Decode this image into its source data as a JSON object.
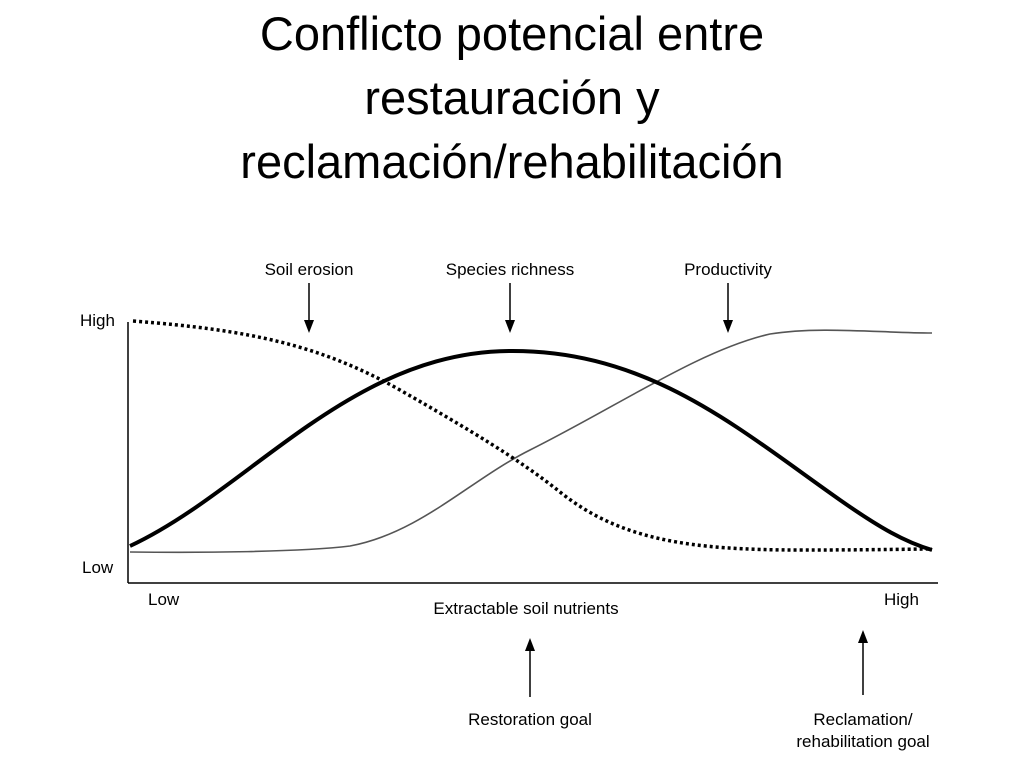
{
  "title": {
    "lines": [
      "Conflicto potencial entre",
      "restauración y",
      "reclamación/rehabilitación"
    ]
  },
  "diagram": {
    "curve_labels": {
      "soil_erosion": "Soil erosion",
      "species_richness": "Species richness",
      "productivity": "Productivity"
    },
    "y_axis": {
      "high": "High",
      "low": "Low"
    },
    "x_axis": {
      "low": "Low",
      "high": "High",
      "label": "Extractable soil nutrients"
    },
    "goals": {
      "restoration": "Restoration goal",
      "reclamation_line1": "Reclamation/",
      "reclamation_line2": "rehabilitation goal"
    },
    "colors": {
      "ink": "#000000",
      "productivity_line": "#555555"
    }
  }
}
